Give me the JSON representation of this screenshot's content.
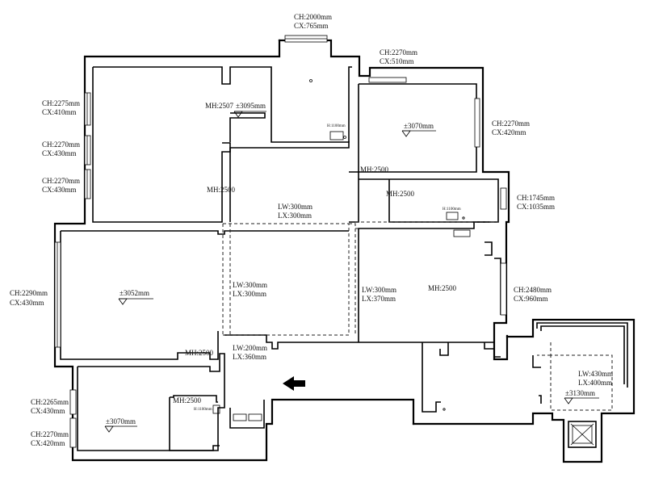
{
  "ceiling": {
    "top_window": [
      "CH:2000mm",
      "CX:765mm"
    ],
    "top_right_window": [
      "CH:2270mm",
      "CX:510mm"
    ],
    "left_window_1": [
      "CH:2275mm",
      "CX:410mm"
    ],
    "left_window_2": [
      "CH:2270mm",
      "CX:430mm"
    ],
    "left_window_3": [
      "CH:2270mm",
      "CX:430mm"
    ],
    "right_window_1": [
      "CH:2270mm",
      "CX:420mm"
    ],
    "right_window_2": [
      "CH:1745mm",
      "CX:1035mm"
    ],
    "left_window_4": [
      "CH:2290mm",
      "CX:430mm"
    ],
    "right_window_3": [
      "CH:2480mm",
      "CX:960mm"
    ],
    "left_window_5": [
      "CH:2265mm",
      "CX:430mm"
    ],
    "left_window_6": [
      "CH:2270mm",
      "CX:420mm"
    ]
  },
  "heights": {
    "mh_2507": "MH:2507",
    "level_3095": "±3095mm",
    "level_3070_a": "±3070mm",
    "mh_2500_a": "MH:2500",
    "mh_2500_b": "MH:2500",
    "mh_2500_c": "MH:2500",
    "level_3052": "±3052mm",
    "mh_2500_d": "MH:2500",
    "mh_2500_e": "MH:2500",
    "mh_2500_f": "MH:2500",
    "level_3070_b": "±3070mm",
    "level_3130": "±3130mm"
  },
  "beams": {
    "beam_1": [
      "LW:300mm",
      "LX:300mm"
    ],
    "beam_2": [
      "LW:300mm",
      "LX:300mm"
    ],
    "beam_3": [
      "LW:300mm",
      "LX:370mm"
    ],
    "beam_4": [
      "LW:200mm",
      "LX:360mm"
    ],
    "beam_5": [
      "LW:430mm",
      "LX:400mm"
    ]
  },
  "fixtures": {
    "h1": "H:1100mm",
    "h2": "H:1100mm",
    "h3": "H:1100mm"
  }
}
